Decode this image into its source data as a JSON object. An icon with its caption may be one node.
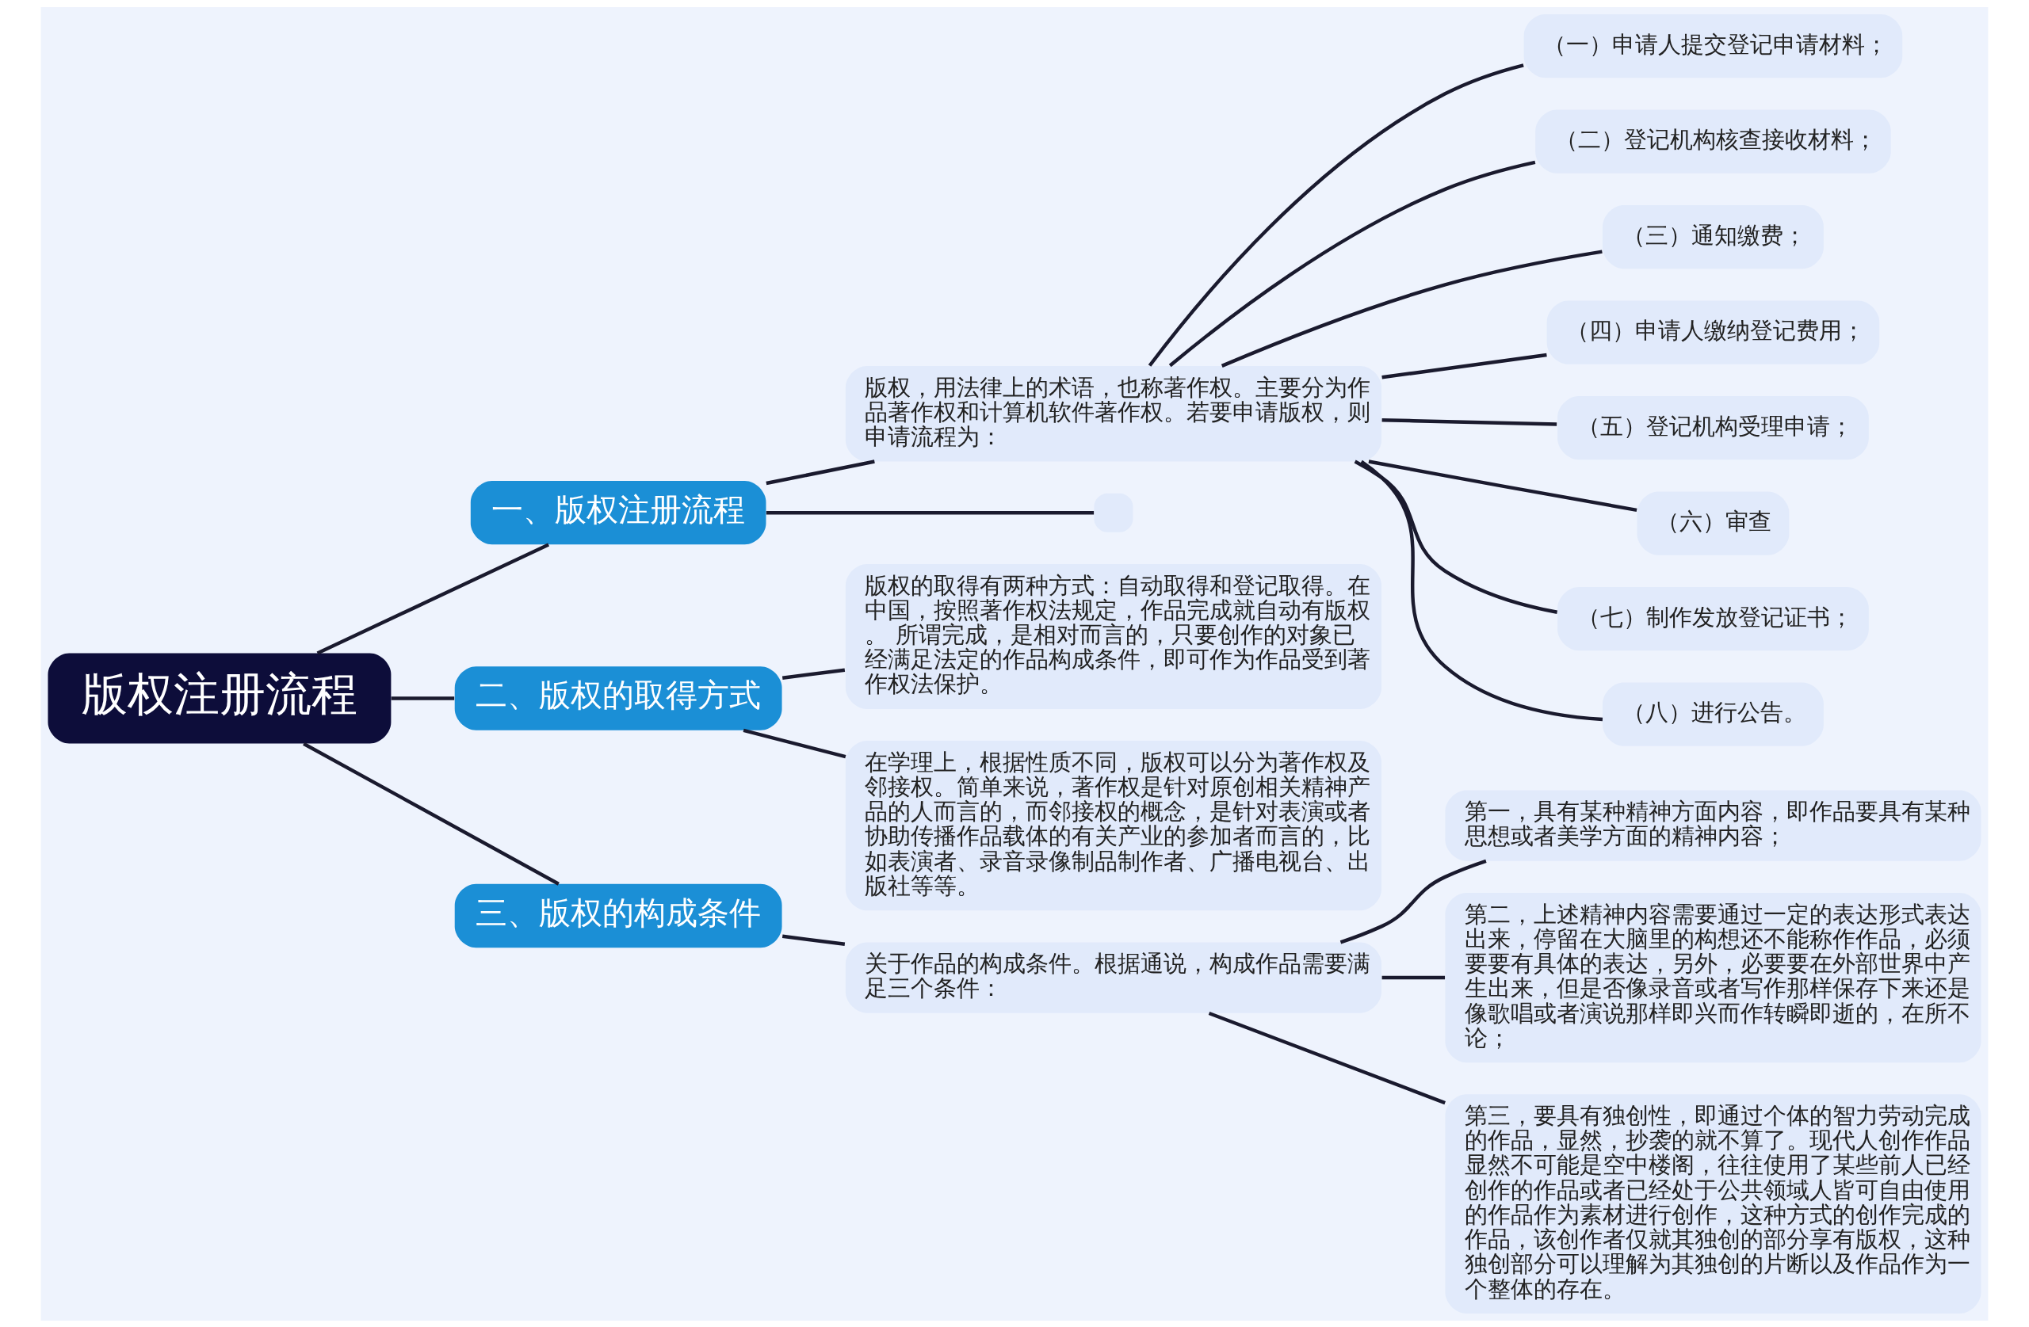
{
  "diagram": {
    "nodes": [
      {
        "text": [
          "版权注册流程"
        ]
      },
      {
        "text": [
          "一、版权注册流程"
        ]
      },
      {
        "text": [
          "版权，用法律上的术语，也称著作权。主要分为作品著作权和计算机软件著作权。若要申请版权，则申请流程为："
        ]
      },
      {
        "text": [
          "（一）申请人提交登记申请材料；"
        ]
      },
      {
        "text": [
          "（二）登记机构核查接收材料；"
        ]
      },
      {
        "text": [
          "（三）通知缴费；"
        ]
      },
      {
        "text": [
          "（四）申请人缴纳登记费用；"
        ]
      },
      {
        "text": [
          "（五）登记机构受理申请；"
        ]
      },
      {
        "text": [
          "（六）审查"
        ]
      },
      {
        "text": [
          "（七）制作发放登记证书；"
        ]
      },
      {
        "text": [
          "（八）进行公告。"
        ]
      },
      {
        "text": [],
        "shape": "box"
      },
      {
        "text": [
          "二、版权的取得方式"
        ]
      },
      {
        "text": [
          "版权的取得有两种方式：自动取得和登记取得。在中国，按照著作权法规定，作品完成就自动有版权。 所谓完成，是相对而言的，只要创作的对象已经满足法定的作品构成条件，即可作为作品受到著作权法保护。"
        ]
      },
      {
        "text": [
          "在学理上，根据性质不同，版权可以分为著作权及邻接权。简单来说，著作权是针对原创相关精神产品的人而言的，而邻接权的概念，是针对表演或者协助传播作品载体的有关产业的参加者而言的，比如表演者、录音录像制品制作者、广播电视台、出版社等等。"
        ]
      },
      {
        "text": [
          "三、版权的构成条件"
        ]
      },
      {
        "text": [
          "关于作品的构成条件。根据通说，构成作品需要满足三个条件："
        ]
      },
      {
        "text": [
          "第一，具有某种精神方面内容，即作品要具有某种思想或者美学方面的精神内容；"
        ]
      },
      {
        "text": [
          "第二，上述精神内容需要通过一定的表达形式表达出来，停留在大脑里的构想还不能称作作品，必须要要有具体的表达，另外，必要要在外部世界中产生出来，但是否像录音或者写作那样保存下来还是像歌唱或者演说那样即兴而作转瞬即逝的，在所不论；"
        ]
      },
      {
        "text": [
          "第三，要具有独创性，即通过个体的智力劳动完成的作品，显然，抄袭的就不算了。现代人创作作品显然不可能是空中楼阁，往往使用了某些前人已经创作的作品或者已经处于公共领域人皆可自由使用的作品作为素材进行创作，这种方式的创作完成的作品，该创作者仅就其独创的部分享有版权，这种独创部分可以理解为其独创的片断以及作品作为一个整体的存在。"
        ]
      }
    ],
    "edges": [
      {
        "from": 0,
        "to": 1,
        "arrow": "none"
      },
      {
        "from": 1,
        "to": 2,
        "arrow": "none"
      },
      {
        "from": 2,
        "to": 3,
        "arrow": "none"
      },
      {
        "from": 2,
        "to": 4,
        "arrow": "none"
      },
      {
        "from": 2,
        "to": 5,
        "arrow": "none"
      },
      {
        "from": 2,
        "to": 6,
        "arrow": "none"
      },
      {
        "from": 2,
        "to": 7,
        "arrow": "none"
      },
      {
        "from": 2,
        "to": 8,
        "arrow": "none"
      },
      {
        "from": 2,
        "to": 9,
        "arrow": "none"
      },
      {
        "from": 2,
        "to": 10,
        "arrow": "none"
      },
      {
        "from": 1,
        "to": 11,
        "arrow": "none"
      },
      {
        "from": 0,
        "to": 12,
        "arrow": "none"
      },
      {
        "from": 12,
        "to": 13,
        "arrow": "none"
      },
      {
        "from": 12,
        "to": 14,
        "arrow": "none"
      },
      {
        "from": 0,
        "to": 15,
        "arrow": "none"
      },
      {
        "from": 15,
        "to": 16,
        "arrow": "none"
      },
      {
        "from": 16,
        "to": 17,
        "arrow": "none"
      },
      {
        "from": 16,
        "to": 18,
        "arrow": "none"
      },
      {
        "from": 16,
        "to": 19,
        "arrow": "none"
      }
    ]
  }
}
